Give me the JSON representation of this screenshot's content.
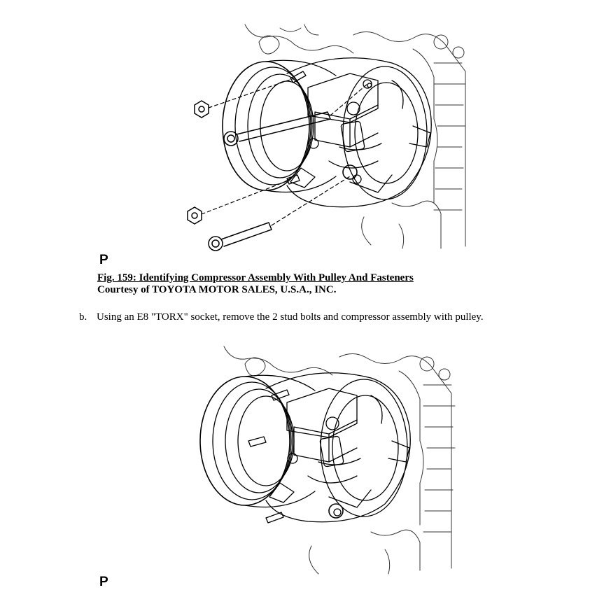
{
  "figure1": {
    "label": "P"
  },
  "caption": {
    "title": "Fig. 159: Identifying Compressor Assembly With Pulley And Fasteners",
    "credit": "Courtesy of TOYOTA MOTOR SALES, U.S.A., INC."
  },
  "step": {
    "marker": "b.",
    "text": "Using an E8 \"TORX\" socket, remove the 2 stud bolts and compressor assembly with pulley."
  },
  "figure2": {
    "label": "P"
  }
}
